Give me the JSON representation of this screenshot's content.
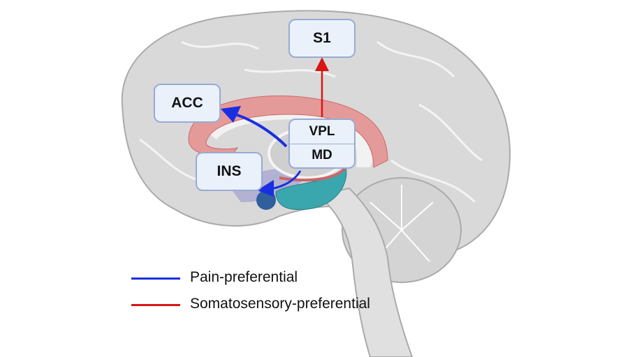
{
  "regions": {
    "s1": "S1",
    "acc": "ACC",
    "vpl": "VPL",
    "md": "MD",
    "ins": "INS"
  },
  "legend": [
    {
      "label": "Pain-preferential",
      "color": "#1a2fe0"
    },
    {
      "label": "Somatosensory-preferential",
      "color": "#d81515"
    }
  ],
  "colors": {
    "brain": "#d9d9d9",
    "cingulate": "#e59a9a",
    "hippocampus": "#3aa6ad",
    "box_fill": "#eaf1fb",
    "box_border": "#97abd3"
  }
}
